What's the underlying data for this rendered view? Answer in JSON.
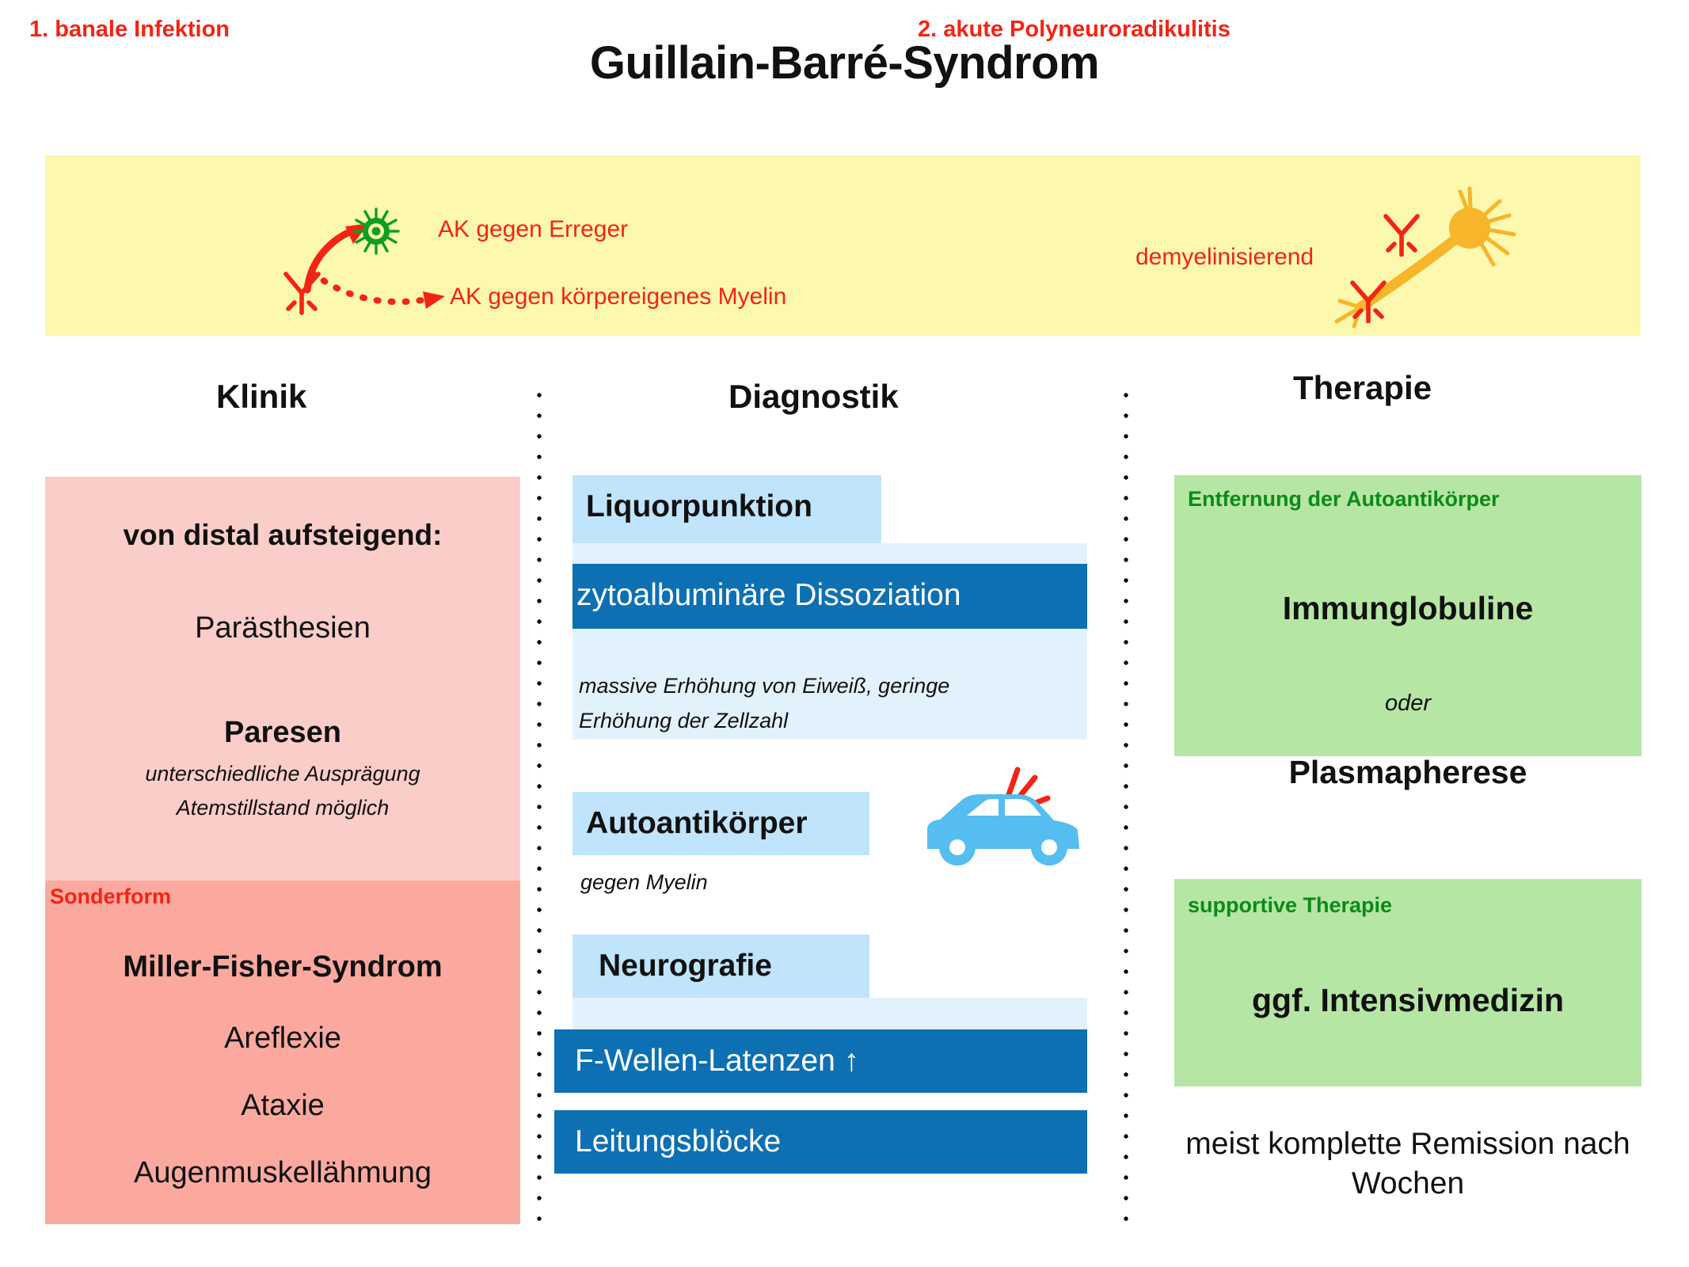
{
  "title": "Guillain-Barré-Syndrom",
  "banner": {
    "heading_1": "1. banale Infektion",
    "heading_2": "2. akute Polyneuroradikulitis",
    "label_erreger": "AK gegen Erreger",
    "label_myelin": "AK gegen körpereigenes Myelin",
    "label_demyelinisierend": "demyelinisierend",
    "icons": {
      "virus": "virus-icon",
      "antibody": "antibody-icon",
      "neuron": "neuron-icon",
      "arrow_solid": "solid-arrow-icon",
      "arrow_dotted": "dotted-arrow-icon"
    },
    "colors": {
      "background": "#fcf8ae",
      "text": "#f42414",
      "virus": "#0d9e22",
      "neuron": "#f7b52b"
    }
  },
  "columns": {
    "klinik": {
      "heading": "Klinik",
      "distal": "von distal aufsteigend:",
      "paraesthesien": "Parästhesien",
      "paresen": "Paresen",
      "paresen_sub_1": "unterschiedliche Ausprägung",
      "paresen_sub_2": "Atemstillstand möglich",
      "sonderform_label": "Sonderform",
      "miller_fisher": "Miller-Fisher-Syndrom",
      "areflexie": "Areflexie",
      "ataxie": "Ataxie",
      "augenmuskel": "Augenmuskellähmung",
      "colors": {
        "box_main": "#fbcdc9",
        "box_sonderform": "#fba99f",
        "sonderform_text": "#f42414"
      }
    },
    "diagnostik": {
      "heading": "Diagnostik",
      "liquorpunktion": "Liquorpunktion",
      "zytoalbuminaere": "zytoalbuminäre Dissoziation",
      "massive_line_1": "massive Erhöhung von Eiweiß, geringe",
      "massive_line_2": "Erhöhung der Zellzahl",
      "autoantikoerper": "Autoantikörper",
      "gegen_myelin": "gegen Myelin",
      "neurografie": "Neurografie",
      "f_wellen": "F-Wellen-Latenzen  ↑",
      "leitungsbloecke": "Leitungsblöcke",
      "car_icon": "crashed-car-icon",
      "colors": {
        "lightest": "#e2f2fd",
        "light": "#bfe4fb",
        "dark": "#0d70b2",
        "car": "#55bdef",
        "crash": "#f42414"
      }
    },
    "therapie": {
      "heading": "Therapie",
      "entfernung": "Entfernung der Autoantikörper",
      "immunglobuline": "Immunglobuline",
      "oder": "oder",
      "plasmapherese": "Plasmapherese",
      "supportive": "supportive Therapie",
      "intensivmedizin": "ggf. Intensivmedizin",
      "remission": "meist komplette Remission nach Wochen",
      "colors": {
        "box": "#b6e6a4",
        "small_text": "#0c8a18"
      }
    }
  }
}
